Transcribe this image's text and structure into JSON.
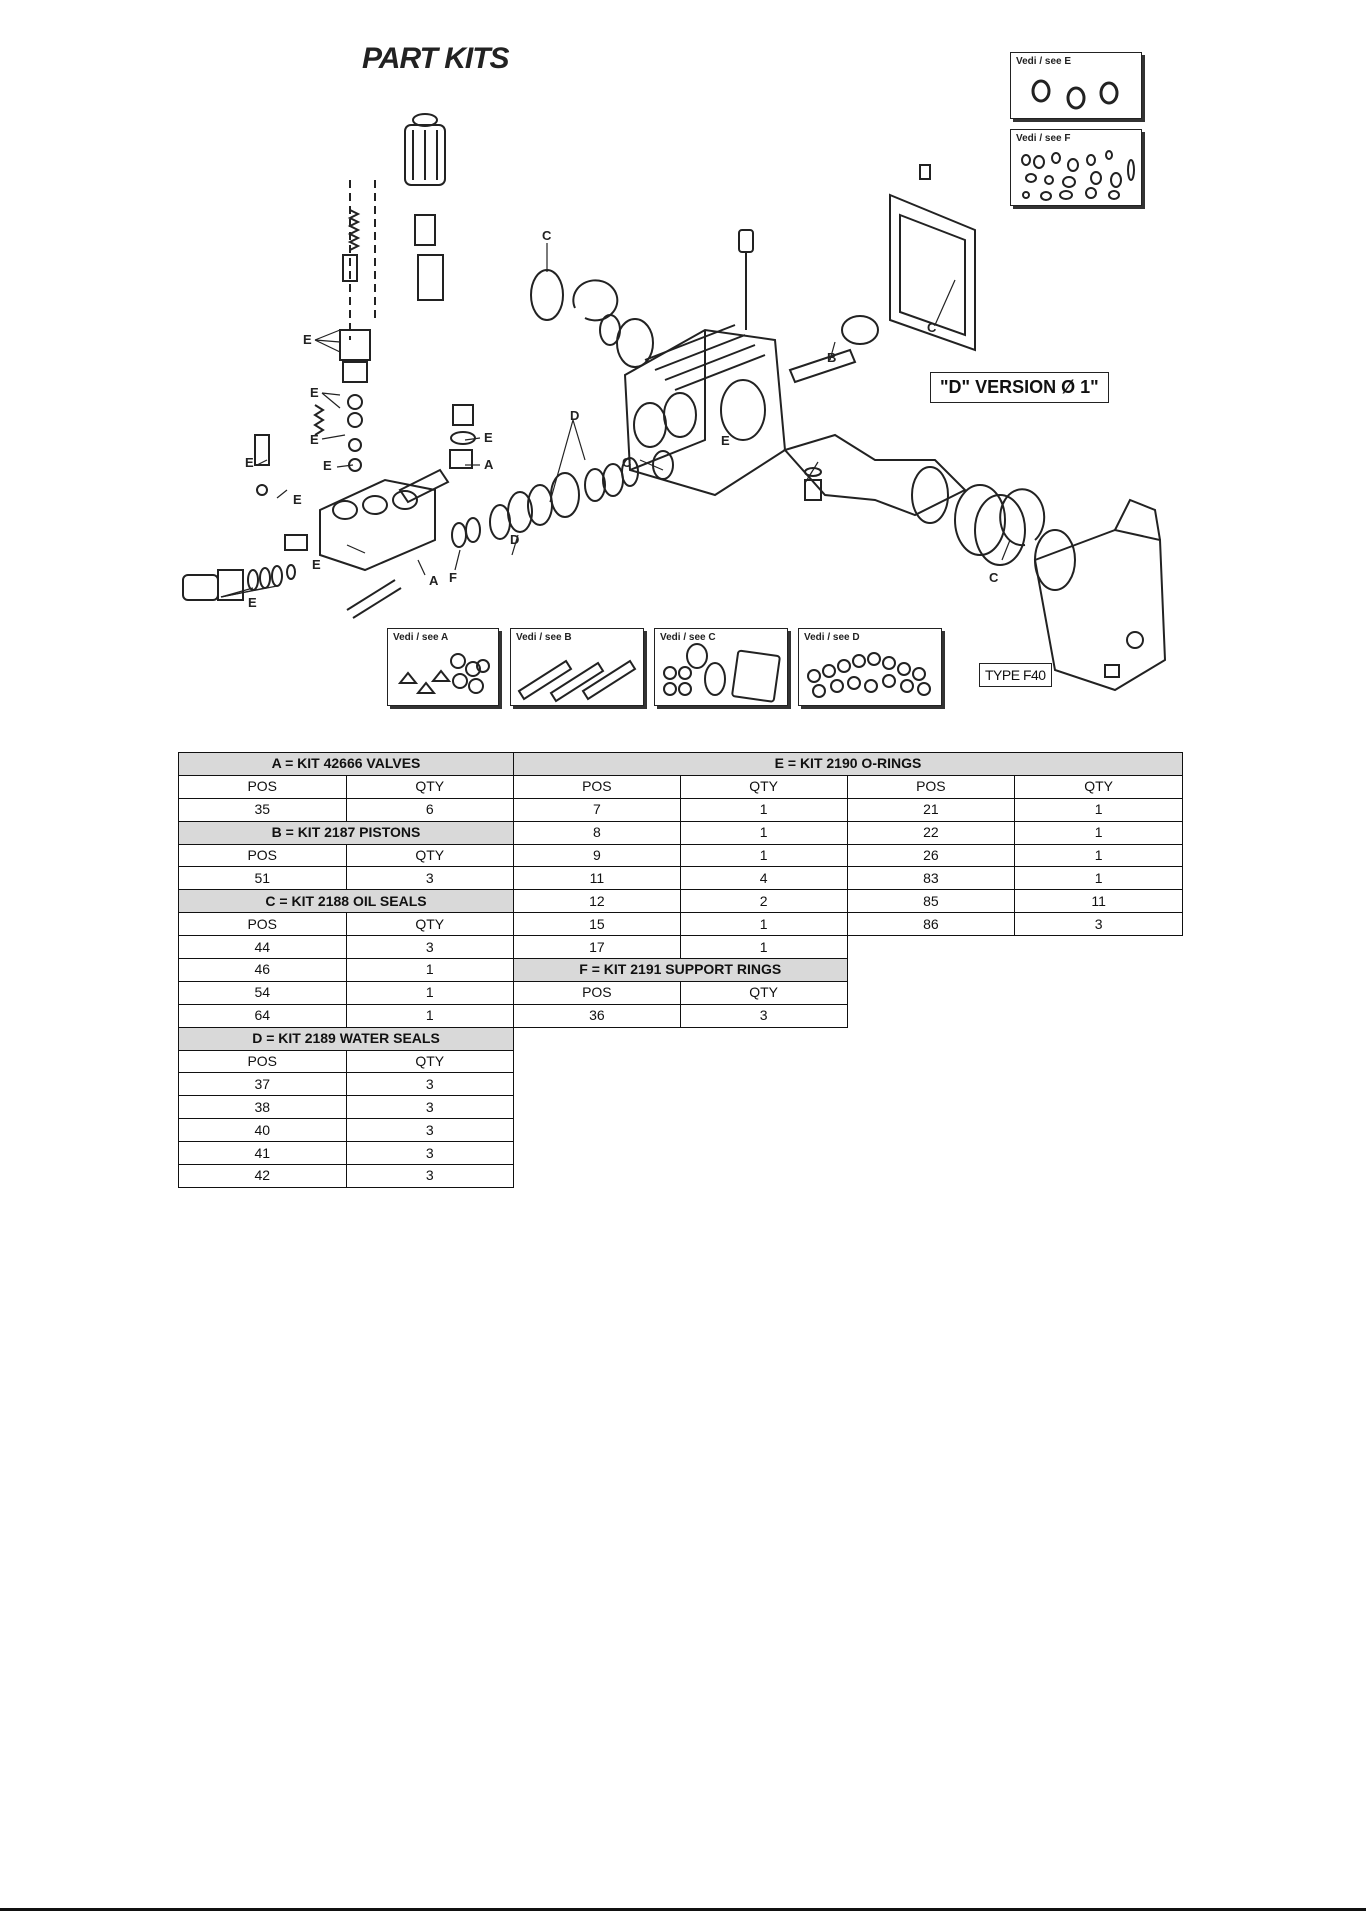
{
  "figure": {
    "title": "PART KITS",
    "d_version": "\"D\" VERSION Ø 1\"",
    "type_label": "TYPE F40",
    "insets": [
      {
        "id": "E",
        "label": "Vedi / see  E"
      },
      {
        "id": "F",
        "label": "Vedi / see  F"
      },
      {
        "id": "A",
        "label": "Vedi / see  A"
      },
      {
        "id": "B",
        "label": "Vedi / see  B"
      },
      {
        "id": "C",
        "label": "Vedi / see  C"
      },
      {
        "id": "D",
        "label": "Vedi / see  D"
      }
    ],
    "callouts": [
      "A",
      "B",
      "C",
      "D",
      "E",
      "F"
    ]
  },
  "kits": {
    "a": {
      "title": "A = KIT 42666 VALVES",
      "rows": [
        [
          "35",
          "6"
        ]
      ]
    },
    "b": {
      "title": "B = KIT 2187 PISTONS",
      "rows": [
        [
          "51",
          "3"
        ]
      ]
    },
    "c": {
      "title": "C = KIT 2188 OIL SEALS",
      "rows": [
        [
          "44",
          "3"
        ],
        [
          "46",
          "1"
        ],
        [
          "54",
          "1"
        ],
        [
          "64",
          "1"
        ]
      ]
    },
    "d": {
      "title": "D = KIT 2189 WATER SEALS",
      "rows": [
        [
          "37",
          "3"
        ],
        [
          "38",
          "3"
        ],
        [
          "40",
          "3"
        ],
        [
          "41",
          "3"
        ],
        [
          "42",
          "3"
        ]
      ]
    },
    "e": {
      "title": "E = KIT 2190 O-RINGS",
      "rows": [
        [
          "7",
          "1",
          "21",
          "1"
        ],
        [
          "8",
          "1",
          "22",
          "1"
        ],
        [
          "9",
          "1",
          "26",
          "1"
        ],
        [
          "11",
          "4",
          "83",
          "1"
        ],
        [
          "12",
          "2",
          "85",
          "11"
        ],
        [
          "15",
          "1",
          "86",
          "3"
        ],
        [
          "17",
          "1",
          "",
          ""
        ]
      ]
    },
    "f": {
      "title": "F = KIT 2191 SUPPORT RINGS",
      "rows": [
        [
          "36",
          "3"
        ]
      ]
    },
    "col_pos": "POS",
    "col_qty": "QTY"
  }
}
